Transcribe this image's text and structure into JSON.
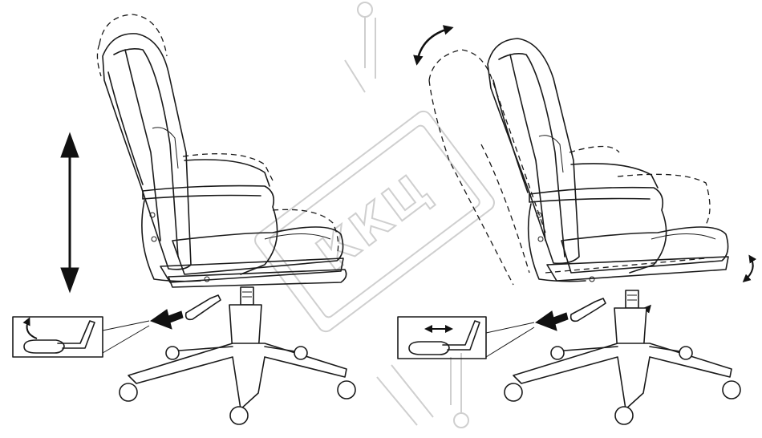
{
  "watermark": {
    "text": "ККЦ",
    "color": "#cfcfcf"
  },
  "diagrams": [
    {
      "name": "seat-height-adjustment",
      "icons": [
        "up-down-arrow-icon",
        "gas-lift-lever-icon",
        "lever-lift-arrow-icon",
        "pointer-arrow-icon"
      ]
    },
    {
      "name": "tilt-mechanism-adjustment",
      "icons": [
        "tilt-curved-arrow-icon",
        "tilt-lock-lever-icon",
        "lever-push-pull-arrow-icon",
        "tension-knob-arrow-icon",
        "pointer-arrow-icon"
      ]
    }
  ],
  "colors": {
    "line": "#1a1a1a",
    "background": "#ffffff",
    "watermark": "#cfcfcf"
  }
}
